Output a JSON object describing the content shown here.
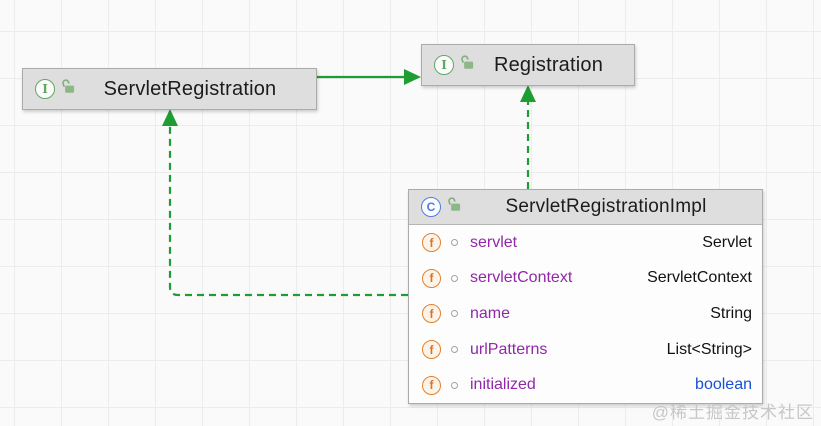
{
  "diagram": {
    "tool": "uml-class-diagram",
    "colors": {
      "edge_green": "#1e9e32",
      "node_header_bg": "#dedede",
      "node_border": "#aaabab",
      "field_name_purple": "#9128a8",
      "keyword_type_blue": "#1750d3",
      "interface_icon_green": "#62a865",
      "class_icon_blue": "#4f7ce8",
      "field_icon_orange": "#e2802f"
    },
    "nodes": {
      "servlet_registration": {
        "label": "ServletRegistration",
        "kind": "interface",
        "icon": "interface-icon",
        "modifier_icon": "unlocked-icon"
      },
      "registration": {
        "label": "Registration",
        "kind": "interface",
        "icon": "interface-icon",
        "modifier_icon": "unlocked-icon"
      },
      "servlet_registration_impl": {
        "label": "ServletRegistrationImpl",
        "kind": "class",
        "icon": "class-icon",
        "modifier_icon": "unlocked-icon",
        "fields": [
          {
            "name": "servlet",
            "type": "Servlet",
            "visibility": "package-local"
          },
          {
            "name": "servletContext",
            "type": "ServletContext",
            "visibility": "package-local"
          },
          {
            "name": "name",
            "type": "String",
            "visibility": "package-local"
          },
          {
            "name": "urlPatterns",
            "type": "List<String>",
            "visibility": "package-local"
          },
          {
            "name": "initialized",
            "type": "boolean",
            "visibility": "package-local",
            "type_is_keyword": true
          }
        ]
      }
    },
    "edges": [
      {
        "from": "ServletRegistration",
        "to": "Registration",
        "style": "solid",
        "meaning": "extends"
      },
      {
        "from": "ServletRegistrationImpl",
        "to": "Registration",
        "style": "dashed",
        "meaning": "implements"
      },
      {
        "from": "ServletRegistrationImpl",
        "to": "ServletRegistration",
        "style": "dashed",
        "meaning": "implements"
      }
    ]
  },
  "watermark": "@稀土掘金技术社区"
}
